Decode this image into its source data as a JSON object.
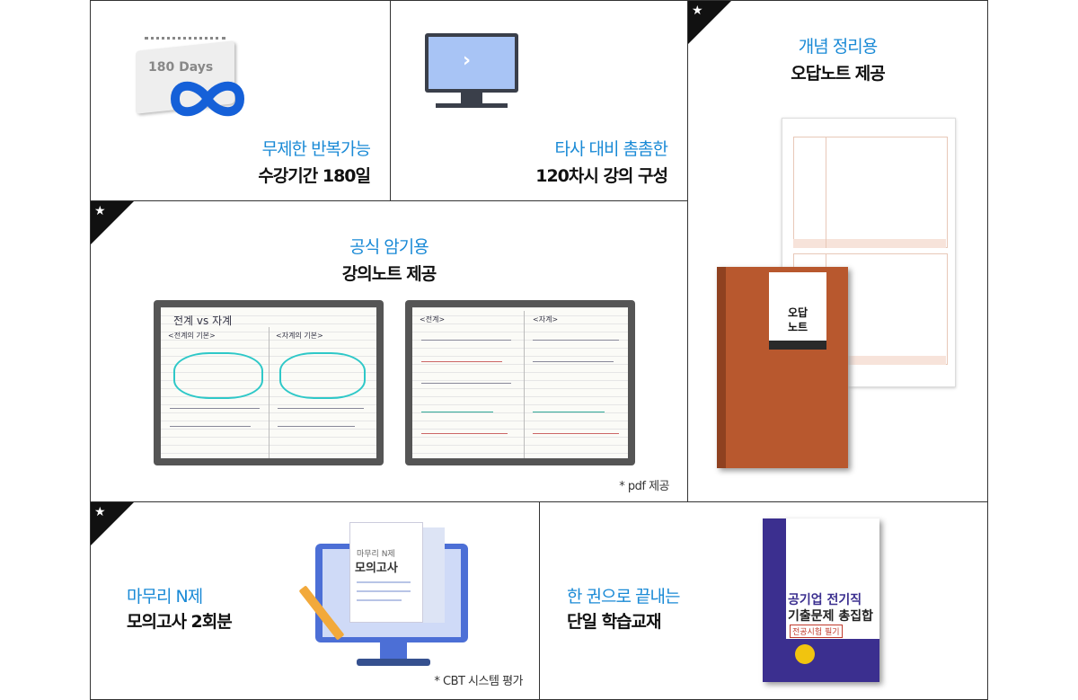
{
  "features": {
    "repeat": {
      "line1": "무제한 반복가능",
      "line2": "수강기간 180일",
      "badge": "180 Days"
    },
    "lecture": {
      "line1": "타사 대비 촘촘한",
      "line2": "120차시 강의 구성"
    },
    "wrongnote": {
      "line1": "개념 정리용",
      "line2": "오답노트 제공",
      "book_title": "오답\n노트",
      "book_title_a": "오답",
      "book_title_b": "노트"
    },
    "formula": {
      "line1": "공식 암기용",
      "line2": "강의노트 제공",
      "note": "* pdf 제공",
      "left_title": "전계 vs 자계",
      "left_sub1": "<전계의 기본>",
      "left_sub2": "<자계의 기본>",
      "right_sub1": "<전계>",
      "right_sub2": "<자계>"
    },
    "mock": {
      "line1": "마무리 N제",
      "line2": "모의고사 2회분",
      "note": "* CBT 시스템 평가",
      "doc_small": "마무리 N제",
      "doc_big": "모의고사"
    },
    "single": {
      "line1": "한 권으로 끝내는",
      "line2": "단일 학습교재",
      "book_title": "공기업 전기직",
      "book_title2": "기출문제 총집합",
      "book_sub": "전공시험 필기"
    }
  },
  "colors": {
    "accent": "#1a8ad6",
    "border": "#333333",
    "book": "#b8582e",
    "purple": "#3b2f8f"
  },
  "icons": {
    "star": "★",
    "play": "›"
  }
}
